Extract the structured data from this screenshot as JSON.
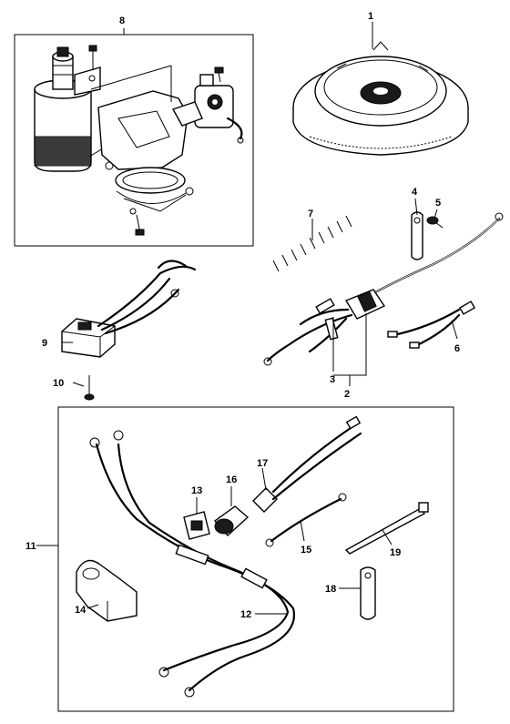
{
  "callouts": [
    {
      "id": "1",
      "part": "flywheel"
    },
    {
      "id": "2",
      "part": "wiring-harness"
    },
    {
      "id": "3",
      "part": "harness-connector"
    },
    {
      "id": "4",
      "part": "wire-clamp"
    },
    {
      "id": "5",
      "part": "clamp-screw"
    },
    {
      "id": "6",
      "part": "lead-wire"
    },
    {
      "id": "7",
      "part": "protector-tube"
    },
    {
      "id": "8",
      "part": "starter-motor-assembly"
    },
    {
      "id": "9",
      "part": "rectifier"
    },
    {
      "id": "10",
      "part": "rectifier-bolt"
    },
    {
      "id": "11",
      "part": "electric-start-kit"
    },
    {
      "id": "12",
      "part": "battery-cable"
    },
    {
      "id": "13",
      "part": "switch-cover"
    },
    {
      "id": "14",
      "part": "holder"
    },
    {
      "id": "15",
      "part": "ground-lead"
    },
    {
      "id": "16",
      "part": "starter-switch"
    },
    {
      "id": "17",
      "part": "switch-harness"
    },
    {
      "id": "18",
      "part": "band-clamp"
    },
    {
      "id": "19",
      "part": "cable-tie"
    }
  ]
}
